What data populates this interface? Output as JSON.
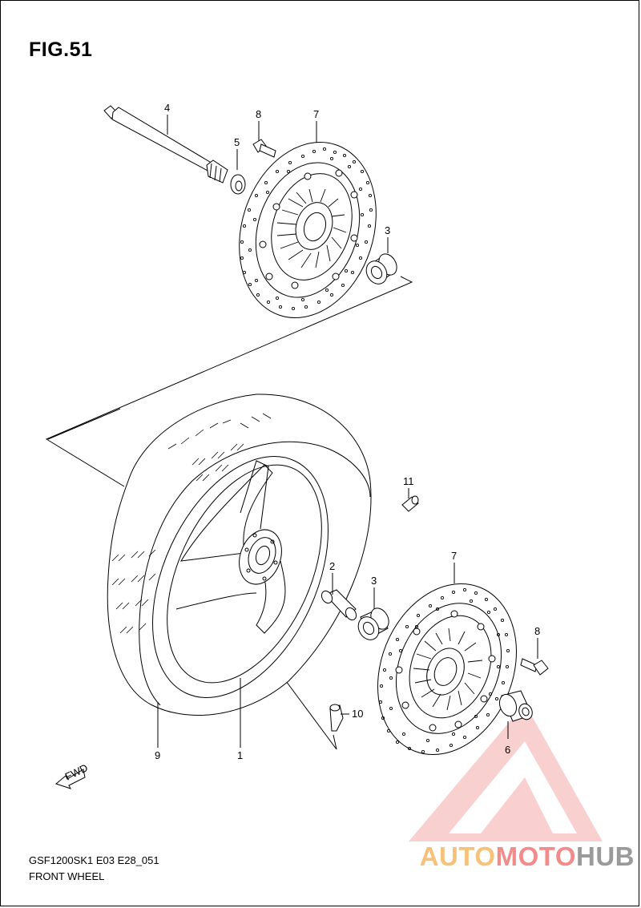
{
  "figure": {
    "title": "FIG.51"
  },
  "callouts": [
    "4",
    "8",
    "7",
    "5",
    "3",
    "11",
    "2",
    "3",
    "7",
    "8",
    "10",
    "6",
    "9",
    "1"
  ],
  "fwd_badge": "FWD",
  "footer": {
    "model_code": "GSF1200SK1  E03  E28_051",
    "subtitle": "FRONT WHEEL"
  },
  "watermark": {
    "part1": "AUTO",
    "part2": "MOTO",
    "part3": "HUB",
    "logo_color": "#f08c8c"
  }
}
